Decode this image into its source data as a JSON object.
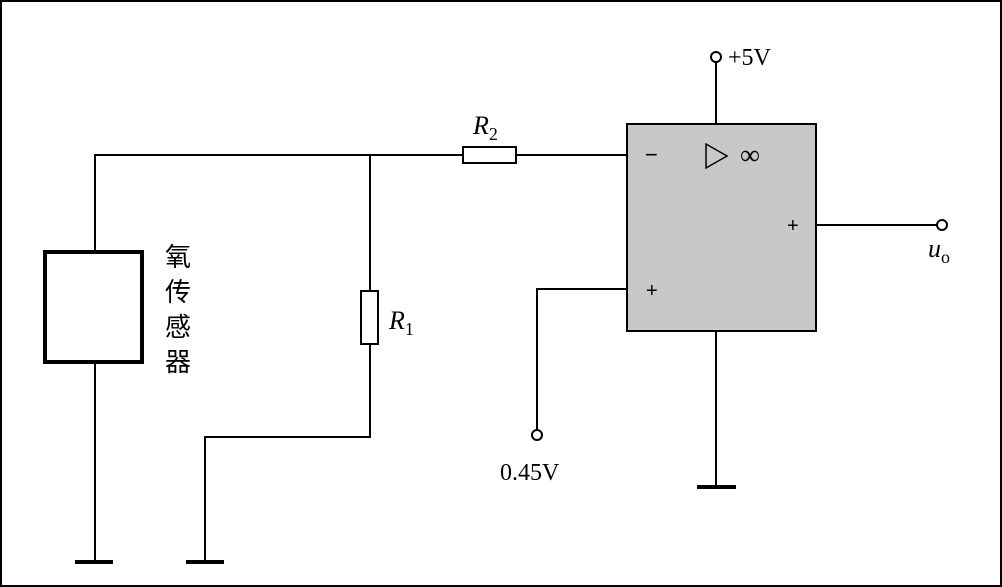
{
  "colors": {
    "line": "#000000",
    "opamp_fill": "#c8c8c8",
    "background": "#ffffff"
  },
  "sensor": {
    "label_chars": [
      "氧",
      "传",
      "感",
      "器"
    ]
  },
  "resistors": {
    "r1": {
      "letter": "R",
      "sub": "1"
    },
    "r2": {
      "letter": "R",
      "sub": "2"
    }
  },
  "opamp": {
    "inverting_sign": "−",
    "noninverting_sign": "+",
    "output_sign": "+",
    "gain_symbol": "∞",
    "triangle_icon": "amplifier-triangle-icon"
  },
  "terminals": {
    "supply": "+5V",
    "reference": "0.45V",
    "output_letter": "u",
    "output_sub": "o"
  }
}
